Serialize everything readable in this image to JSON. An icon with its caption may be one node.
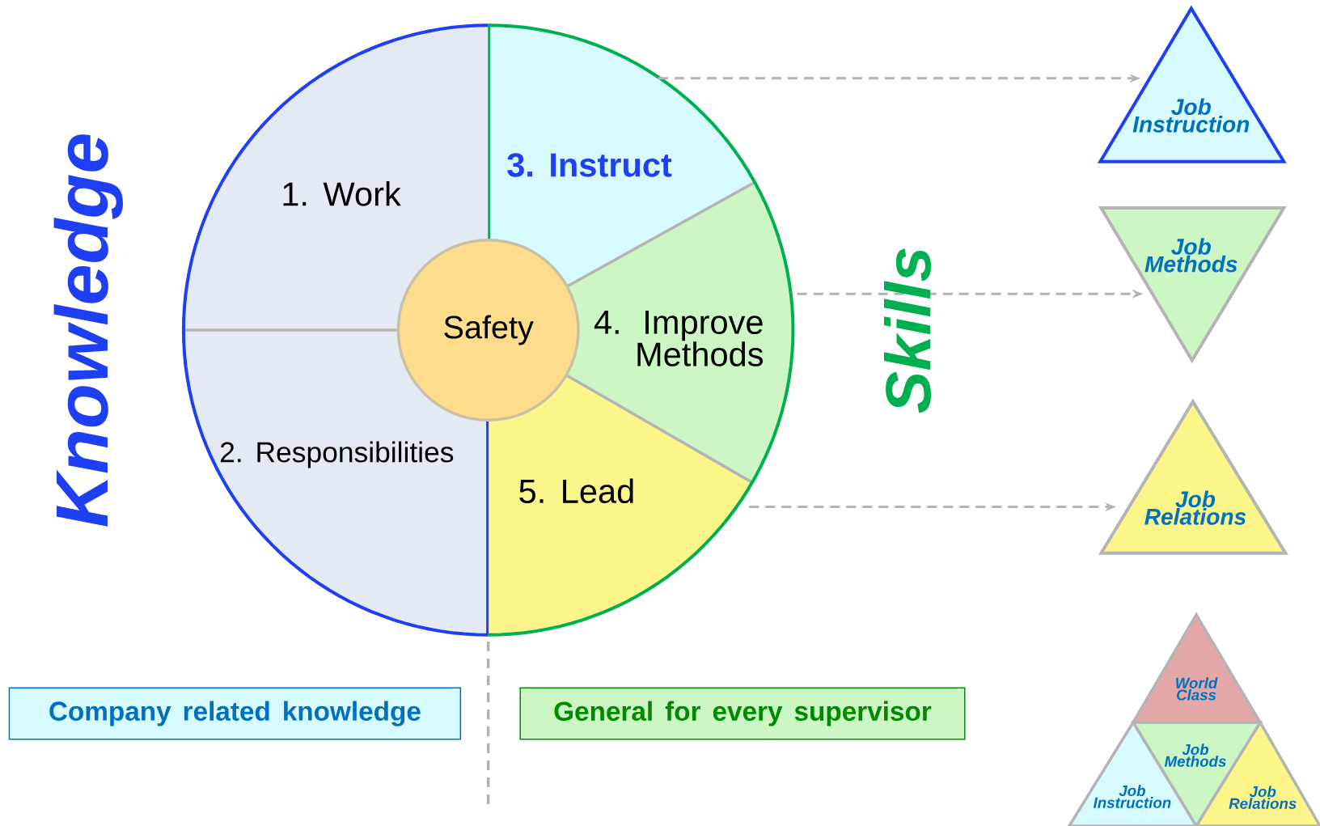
{
  "diagram": {
    "nodes": [
      {
        "text": [
          "1. Work"
        ]
      },
      {
        "text": [
          "2. Responsibilities"
        ]
      },
      {
        "text": [
          "3. Instruct"
        ]
      },
      {
        "text": [
          "4. Improve Methods"
        ]
      },
      {
        "text": [
          "5. Lead"
        ]
      },
      {
        "text": [
          "Safety"
        ]
      },
      {
        "text": [
          "Job Instruction"
        ]
      },
      {
        "text": [
          "Job Methods"
        ]
      },
      {
        "text": [
          "Job Relations"
        ]
      },
      {
        "text": [
          "World Class"
        ]
      },
      {
        "text": [
          "Job Methods"
        ]
      },
      {
        "text": [
          "Job Instruction"
        ]
      },
      {
        "text": [
          "Job Relations"
        ]
      },
      {
        "text": [
          "Company related knowledge"
        ]
      },
      {
        "text": [
          "General for every supervisor"
        ]
      }
    ],
    "edges": [
      {
        "from": 2,
        "to": 6,
        "arrow": "to",
        "style": "dashed"
      },
      {
        "from": 3,
        "to": 7,
        "arrow": "to",
        "style": "dashed"
      },
      {
        "from": 4,
        "to": 8,
        "arrow": "to",
        "style": "dashed"
      }
    ],
    "labels": [
      "Knowledge",
      "Skills"
    ]
  }
}
